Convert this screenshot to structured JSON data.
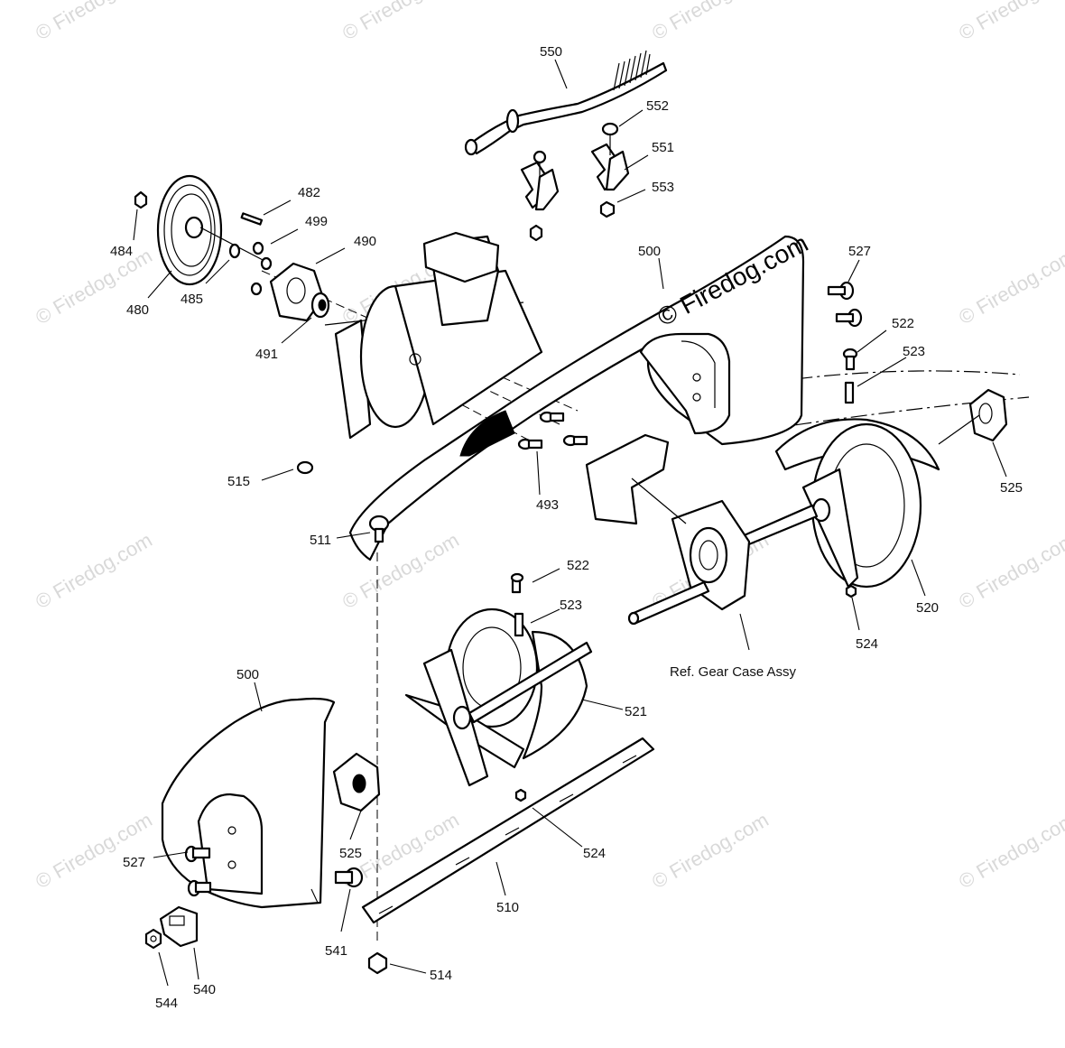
{
  "watermark": "© Firedog.com",
  "diagram_watermark": "© Firedog.com",
  "reference_note": "Ref. Gear Case Assy",
  "labels": {
    "l550": "550",
    "l552": "552",
    "l551": "551",
    "l553": "553",
    "l482": "482",
    "l499": "499",
    "l490": "490",
    "l484": "484",
    "l485": "485",
    "l480": "480",
    "l491": "491",
    "l500a": "500",
    "l527a": "527",
    "l522a": "522",
    "l523a": "523",
    "l515": "515",
    "l493": "493",
    "l511": "511",
    "l525a": "525",
    "l520": "520",
    "l524a": "524",
    "l522b": "522",
    "l523b": "523",
    "l521": "521",
    "l500b": "500",
    "l527b": "527",
    "l525b": "525",
    "l524b": "524",
    "l510": "510",
    "l541": "541",
    "l514": "514",
    "l544": "544",
    "l540": "540"
  }
}
